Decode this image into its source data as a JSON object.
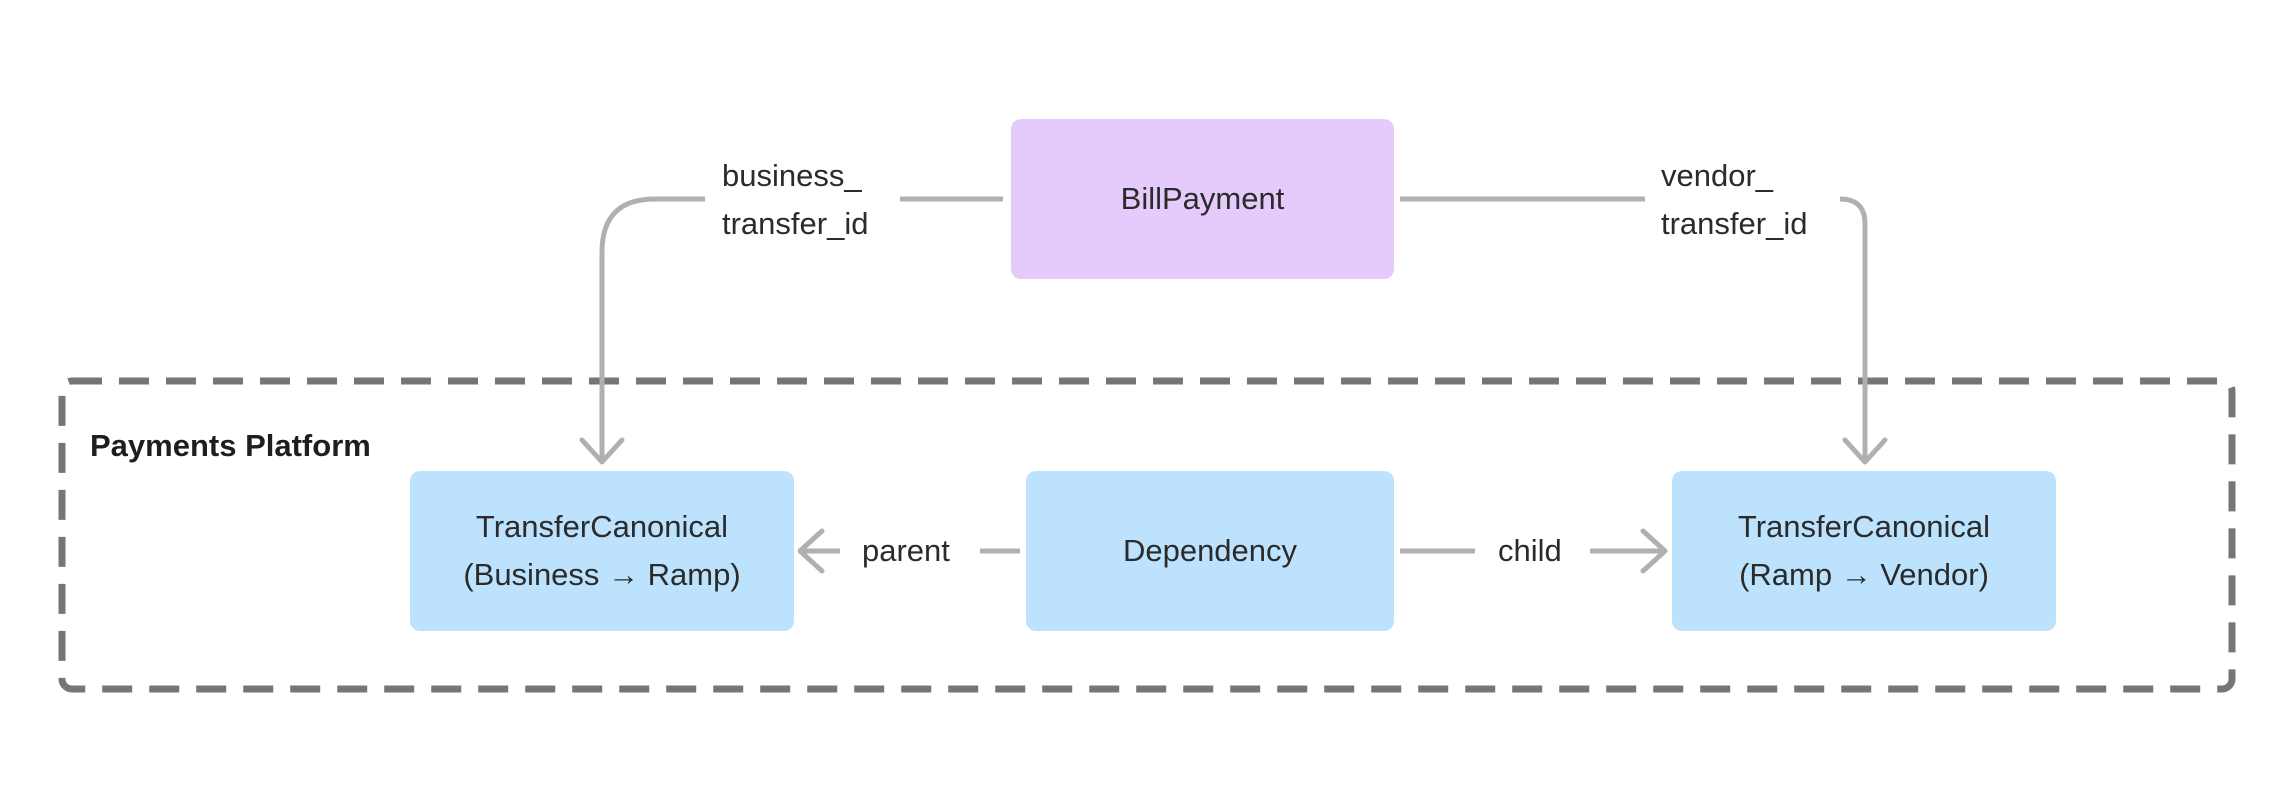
{
  "group": {
    "label": "Payments Platform",
    "border_color": "#767676"
  },
  "nodes": {
    "bill_payment": {
      "label": "BillPayment",
      "color": "#e5cbfc"
    },
    "dependency": {
      "label": "Dependency",
      "color": "#bde2fd"
    },
    "transfer_business": {
      "line1": "TransferCanonical",
      "line2": "(Business → Ramp)",
      "color": "#bde2fd"
    },
    "transfer_vendor": {
      "line1": "TransferCanonical",
      "line2": "(Ramp → Vendor)",
      "color": "#bde2fd"
    }
  },
  "edges": {
    "business_transfer": {
      "line1": "business_",
      "line2": "transfer_id"
    },
    "vendor_transfer": {
      "line1": "vendor_",
      "line2": "transfer_id"
    },
    "parent": {
      "label": "parent"
    },
    "child": {
      "label": "child"
    }
  },
  "colors": {
    "edge": "#b0b0b0"
  }
}
